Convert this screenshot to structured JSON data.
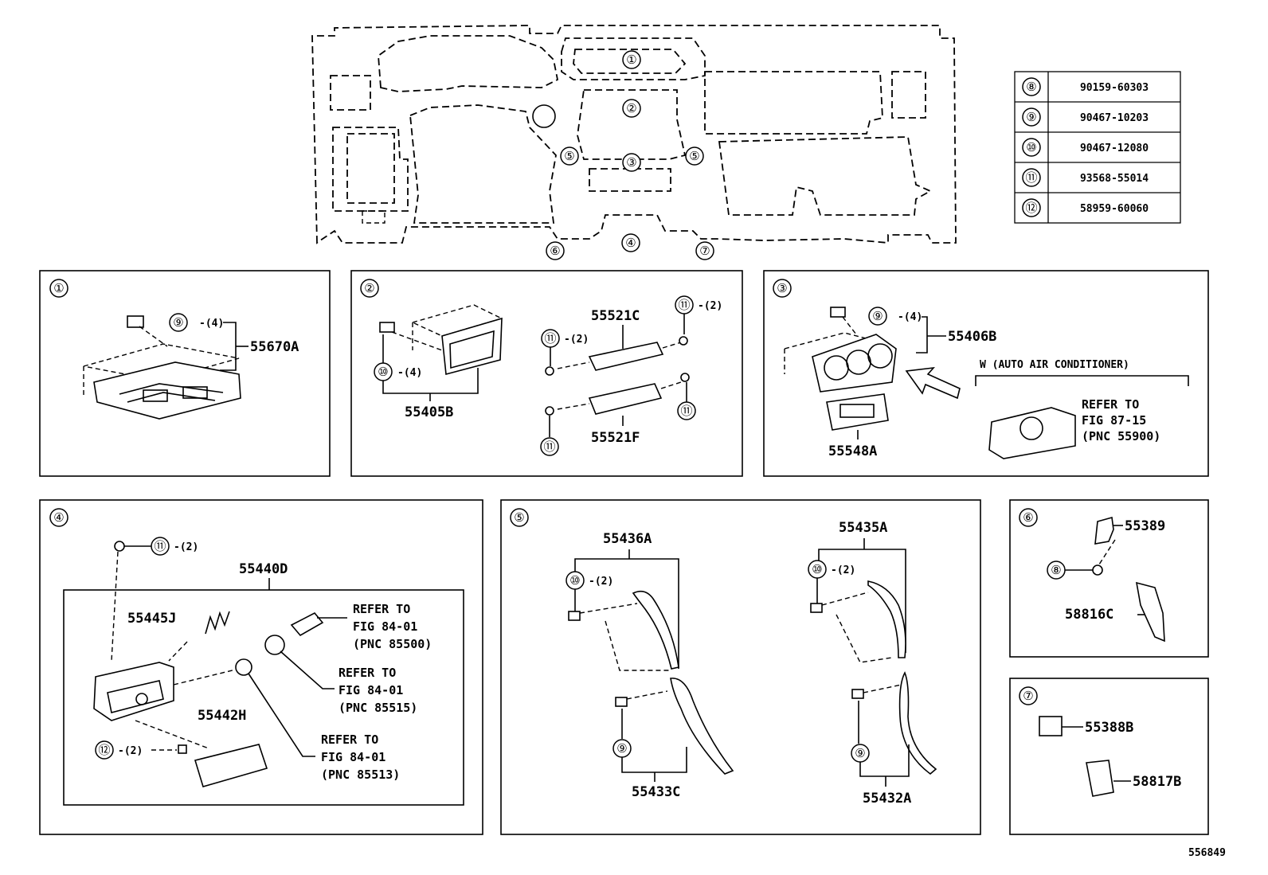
{
  "diagram": {
    "overview_callouts": [
      "①",
      "②",
      "③",
      "④",
      "⑤",
      "⑤",
      "⑥",
      "⑦"
    ],
    "fastener_table": [
      {
        "ref": "⑧",
        "part_no": "90159-60303"
      },
      {
        "ref": "⑨",
        "part_no": "90467-10203"
      },
      {
        "ref": "⑩",
        "part_no": "90467-12080"
      },
      {
        "ref": "⑪",
        "part_no": "93568-55014"
      },
      {
        "ref": "⑫",
        "part_no": "58959-60060"
      }
    ],
    "panel1": {
      "id": "①",
      "part": "55670A",
      "callout": "⑨",
      "qty": "-(4)"
    },
    "panel2": {
      "id": "②",
      "parts": [
        "55405B",
        "55521C",
        "55521F"
      ],
      "callout10": "⑩",
      "qty10": "-(4)",
      "callout11a": "⑪",
      "qty11a": "-(2)",
      "callout11b": "⑪",
      "qty11b": "-(2)",
      "callout11c": "⑪",
      "callout11d": "⑪"
    },
    "panel3": {
      "id": "③",
      "parts": [
        "55406B",
        "55548A"
      ],
      "callout": "⑨",
      "qty": "-(4)",
      "variant": "W (AUTO AIR CONDITIONER)",
      "refer": [
        "REFER TO",
        "FIG 87-15",
        "(PNC 55900)"
      ]
    },
    "panel4": {
      "id": "④",
      "parts": [
        "55440D",
        "55445J",
        "55442H"
      ],
      "callout11": "⑪",
      "qty11": "-(2)",
      "callout12": "⑫",
      "qty12": "-(2)",
      "refer_a": [
        "REFER TO",
        "FIG 84-01",
        "(PNC 85500)"
      ],
      "refer_b": [
        "REFER TO",
        "FIG 84-01",
        "(PNC 85515)"
      ],
      "refer_c": [
        "REFER TO",
        "FIG 84-01",
        "(PNC 85513)"
      ]
    },
    "panel5": {
      "id": "⑤",
      "parts": [
        "55436A",
        "55435A",
        "55433C",
        "55432A"
      ],
      "callout10a": "⑩",
      "qty10a": "-(2)",
      "callout10b": "⑩",
      "qty10b": "-(2)",
      "callout9a": "⑨",
      "callout9b": "⑨"
    },
    "panel6": {
      "id": "⑥",
      "parts": [
        "55389",
        "58816C"
      ],
      "callout": "⑧"
    },
    "panel7": {
      "id": "⑦",
      "parts": [
        "55388B",
        "58817B"
      ]
    },
    "figure_number": "556849"
  }
}
